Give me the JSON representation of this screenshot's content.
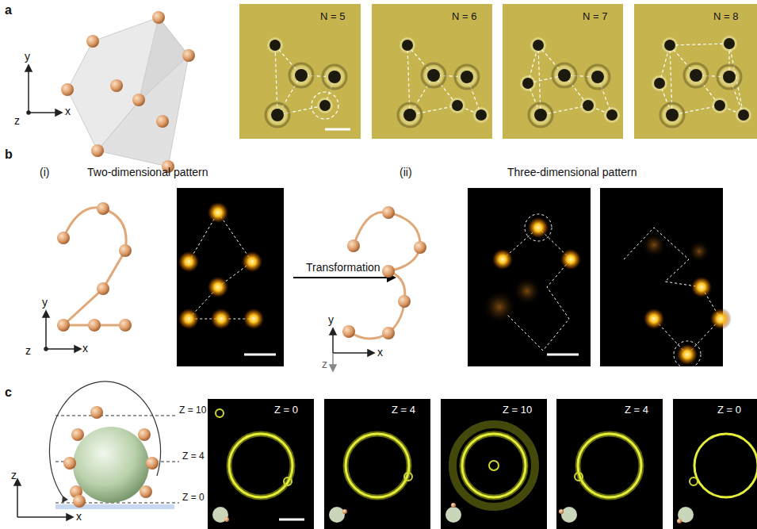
{
  "diagram": {
    "labels": [
      "a",
      "y",
      "x",
      "z",
      "N = 5",
      "N = 6",
      "N = 7",
      "N = 8",
      "b",
      "(i)",
      "Two-dimensional pattern",
      "(ii)",
      "Three-dimensional pattern",
      "Transformation",
      "y",
      "x",
      "z",
      "y",
      "x",
      "z",
      "c",
      "Z = 10",
      "Z = 4",
      "Z = 0",
      "z",
      "x",
      "Z = 0",
      "Z = 4",
      "Z = 10",
      "Z = 4",
      "Z = 0"
    ]
  }
}
